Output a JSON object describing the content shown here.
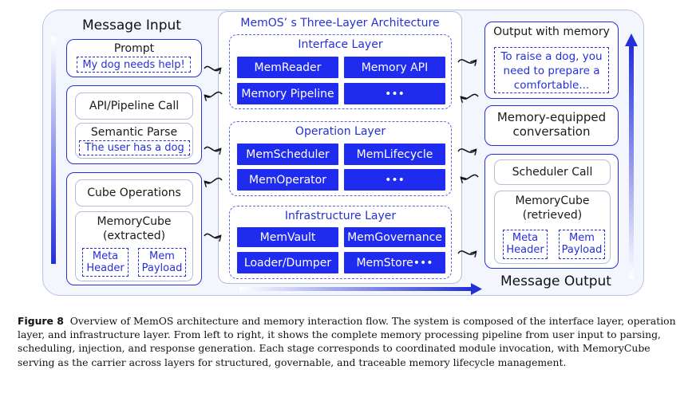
{
  "left_title": "Message Input",
  "right_title": "Message Output",
  "prompt_label": "Prompt",
  "prompt_text": "My dog needs help!",
  "api_call": "API/Pipeline Call",
  "semantic_parse": "Semantic Parse",
  "semantic_text": "The user has a dog",
  "cube_operations": "Cube Operations",
  "memcube_left_1": "MemoryCube",
  "memcube_left_2": "(extracted)",
  "meta_header_1": "Meta",
  "meta_header_2": "Header",
  "mem_payload_1": "Mem",
  "mem_payload_2": "Payload",
  "arch_title": "MemOS’ s Three-Layer Architecture",
  "interface_layer": {
    "title": "Interface Layer",
    "modules": [
      "MemReader",
      "Memory API",
      "Memory Pipeline",
      "•••"
    ]
  },
  "operation_layer": {
    "title": "Operation Layer",
    "modules": [
      "MemScheduler",
      "MemLifecycle",
      "MemOperator",
      "•••"
    ]
  },
  "infrastructure_layer": {
    "title": "Infrastructure Layer",
    "modules": [
      "MemVault",
      "MemGovernance",
      "Loader/Dumper",
      "MemStore•••"
    ]
  },
  "output_label": "Output with memory",
  "output_text_1": "To raise a dog, you",
  "output_text_2": "need to prepare a",
  "output_text_3": "comfortable...",
  "conversation_1": "Memory-equipped",
  "conversation_2": "conversation",
  "scheduler_call": "Scheduler Call",
  "memcube_right_1": "MemoryCube",
  "memcube_right_2": "(retrieved)",
  "caption_label": "Figure 8",
  "caption_text": "Overview of MemOS architecture and memory interaction flow. The system is composed of the interface layer, operation layer, and infrastructure layer. From left to right, it shows the complete memory processing pipeline from user input to parsing, scheduling, injection, and response generation. Each stage corresponds to coordinated module invocation, with MemoryCube serving as the carrier across layers for structured, governable, and traceable memory lifecycle management.",
  "colors": {
    "accent": "#2430d8",
    "module_fill": "#1f2bee",
    "frame": "#b5bdd6"
  }
}
